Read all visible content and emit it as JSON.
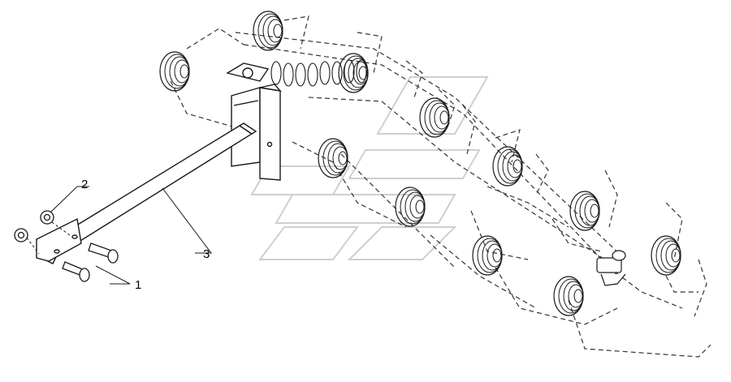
{
  "diagram": {
    "callouts": [
      {
        "id": "1",
        "label": "1"
      },
      {
        "id": "2",
        "label": "2"
      },
      {
        "id": "3",
        "label": "3"
      }
    ],
    "colors": {
      "line": "#1a1a1a",
      "dashed": "#333333",
      "watermark": "#cfcfcf"
    }
  }
}
